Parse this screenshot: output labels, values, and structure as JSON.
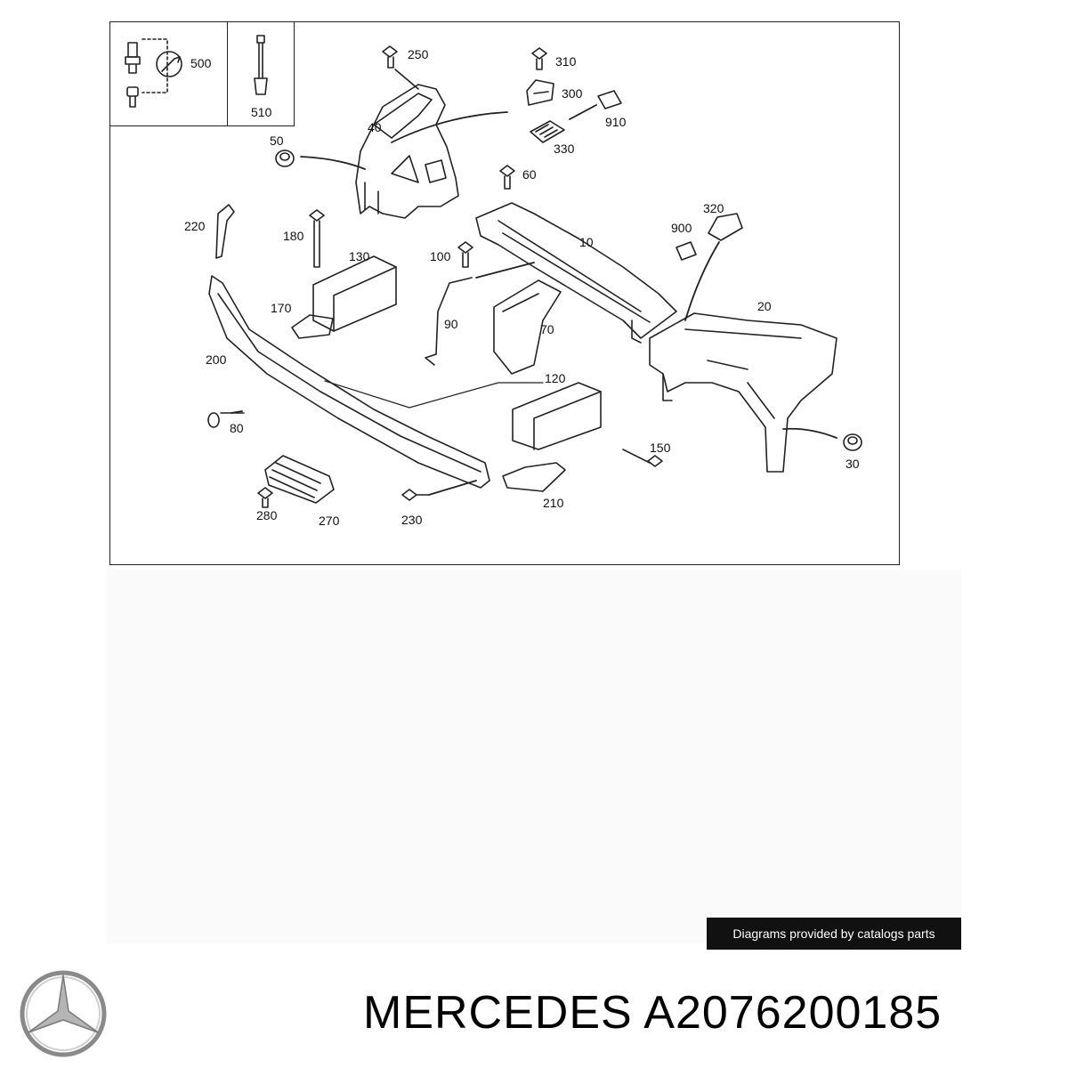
{
  "callouts": [
    "500",
    "510",
    "250",
    "310",
    "300",
    "910",
    "330",
    "40",
    "50",
    "60",
    "220",
    "180",
    "130",
    "10",
    "320",
    "900",
    "100",
    "170",
    "90",
    "70",
    "20",
    "200",
    "120",
    "80",
    "150",
    "30",
    "280",
    "270",
    "230",
    "210"
  ],
  "credit": "Diagrams provided by catalogs parts",
  "title": "MERCEDES A2076200185",
  "colors": {
    "line": "#222222",
    "badge": "#111111",
    "text": "#000000"
  },
  "icons": {
    "logo": "mercedes-star-icon",
    "tool": "wrench-icon"
  }
}
